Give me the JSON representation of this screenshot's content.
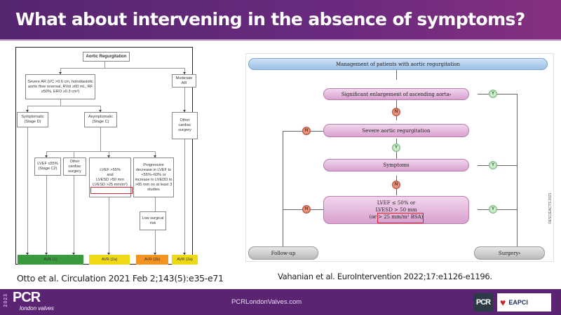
{
  "header": {
    "title": "What about intervening in the absence of symptoms?"
  },
  "left_figure": {
    "root": "Aortic Regurgitation",
    "severe": "Severe AR (VC >0.6 cm, holodiastolic aortic flow reversal, RVol ≥60 mL, RF ≥50%, ERO ≥0.3 cm²)",
    "moderate": "Moderate AR",
    "symptomatic": "Symptomatic (Stage D)",
    "asymptomatic": "Asymptomatic (Stage C)",
    "other_cardiac_right": "Other cardiac surgery",
    "lvef_c2": "LVEF ≤55% (Stage C2)",
    "other_cardiac_mid": "Other cardiac surgery",
    "lvef_gt55_line1": "LVEF >55%",
    "lvef_gt55_line2": "and",
    "lvef_gt55_line3": "LVESD >50 mm",
    "lvef_gt55_highlight": "LVESD >25 mm/m²)",
    "progressive": "Progressive decrease in LVEF to <55%–60% or increase in LVEDD to >65 mm on at least 3 studies",
    "low_risk": "Low surgical risk",
    "outcomes": [
      {
        "label": "AVR (1)",
        "color": "#3a9a3e"
      },
      {
        "label": "AVR (2a)",
        "color": "#efd816"
      },
      {
        "label": "AVR (2b)",
        "color": "#f29322"
      },
      {
        "label": "AVR (2a)",
        "color": "#efd816"
      }
    ]
  },
  "right_figure": {
    "title": "Management of patients with aortic regurgitation",
    "enlargement": "Significant enlargement of ascending aorta",
    "enlargement_sup": "a",
    "severe": "Severe aortic regurgitation",
    "symptoms": "Symptoms",
    "lvef_line1": "LVEF ≤ 50% or",
    "lvef_line2": "LVESD > 50 mm",
    "lvef_line3_prefix": "(or",
    "lvef_line3_highlight": "> 25 mm/m² BSA)",
    "follow_up": "Follow-up",
    "surgery": "Surgery",
    "surgery_sup": "b",
    "badge_n": "N",
    "badge_y": "Y",
    "copyright": "©ESC/EACTS 2021"
  },
  "citations": {
    "left": "Otto et al. Circulation 2021 Feb 2;143(5):e35-e71",
    "right": "Vahanian et al. EuroIntervention 2022;17:e1126-e1196."
  },
  "footer": {
    "year": "2023",
    "brand": "PCR",
    "brand_sub": "london valves",
    "url": "PCRLondonValves.com",
    "partner_pcr": "PCR",
    "partner_eapci": "EAPCI"
  }
}
